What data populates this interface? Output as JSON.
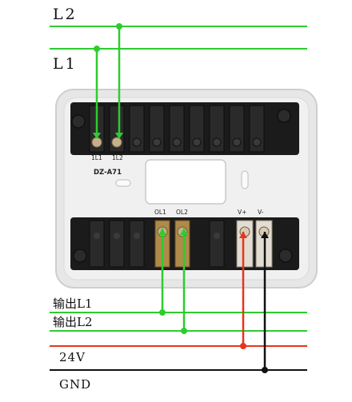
{
  "lines": {
    "L2": "L2",
    "L1": "L1",
    "out_l1": "输出L1",
    "out_l2": "输出L2",
    "v24": "24V",
    "gnd": "GND"
  },
  "device": {
    "model": "DZ-A71",
    "terminals_top": {
      "t1": "1L1",
      "t2": "1L2"
    },
    "terminals_bottom": {
      "ol1": "OL1",
      "ol2": "OL2",
      "vplus": "V+",
      "vminus": "V-"
    }
  },
  "colors": {
    "green": "#2ecc2e",
    "red": "#e8341c",
    "black": "#111111",
    "plate": "#e9e9ea",
    "terminal": "#1b1b1b"
  }
}
